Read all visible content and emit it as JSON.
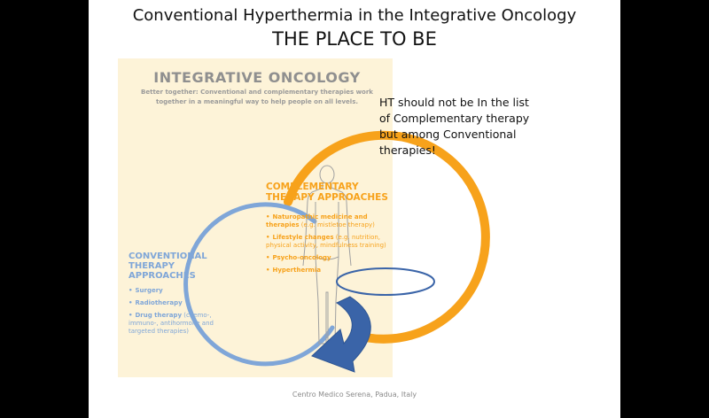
{
  "slide": {
    "title_line1": "Conventional Hyperthermia in the Integrative Oncology",
    "title_line2": "THE PLACE TO BE",
    "footer": "Centro Medico Serena, Padua, Italy"
  },
  "diagram": {
    "heading": "INTEGRATIVE ONCOLOGY",
    "subheading": "Better together: Conventional and complementary therapies work together in a meaningful way to help people on all levels.",
    "complementary": {
      "title": "COMPLEMENTARY THERAPY APPROACHES",
      "items": [
        {
          "bold": "Naturopathic medicine and therapies",
          "detail": " (e.g. mistletoe therapy)"
        },
        {
          "bold": "Lifestyle changes",
          "detail": " (e.g. nutrition, physical activity, mindfulness training)"
        },
        {
          "bold": "Psycho-oncology",
          "detail": ""
        },
        {
          "bold": "Hyperthermia",
          "detail": ""
        }
      ]
    },
    "conventional": {
      "title": "CONVENTIONAL THERAPY APPROACHES",
      "items": [
        {
          "bold": "Surgery",
          "detail": ""
        },
        {
          "bold": "Radiotherapy",
          "detail": ""
        },
        {
          "bold": "Drug therapy",
          "detail": " (chemo-, immuno-, antihormone and targeted therapies)"
        }
      ]
    }
  },
  "annotation": {
    "note": "HT should not be In the list of Complementary therapy but among Conventional therapies!"
  },
  "colors": {
    "complementary": "#f7a21b",
    "conventional": "#7fa6d8",
    "arrow": "#3a64a8",
    "panel": "#fdf3d8"
  }
}
